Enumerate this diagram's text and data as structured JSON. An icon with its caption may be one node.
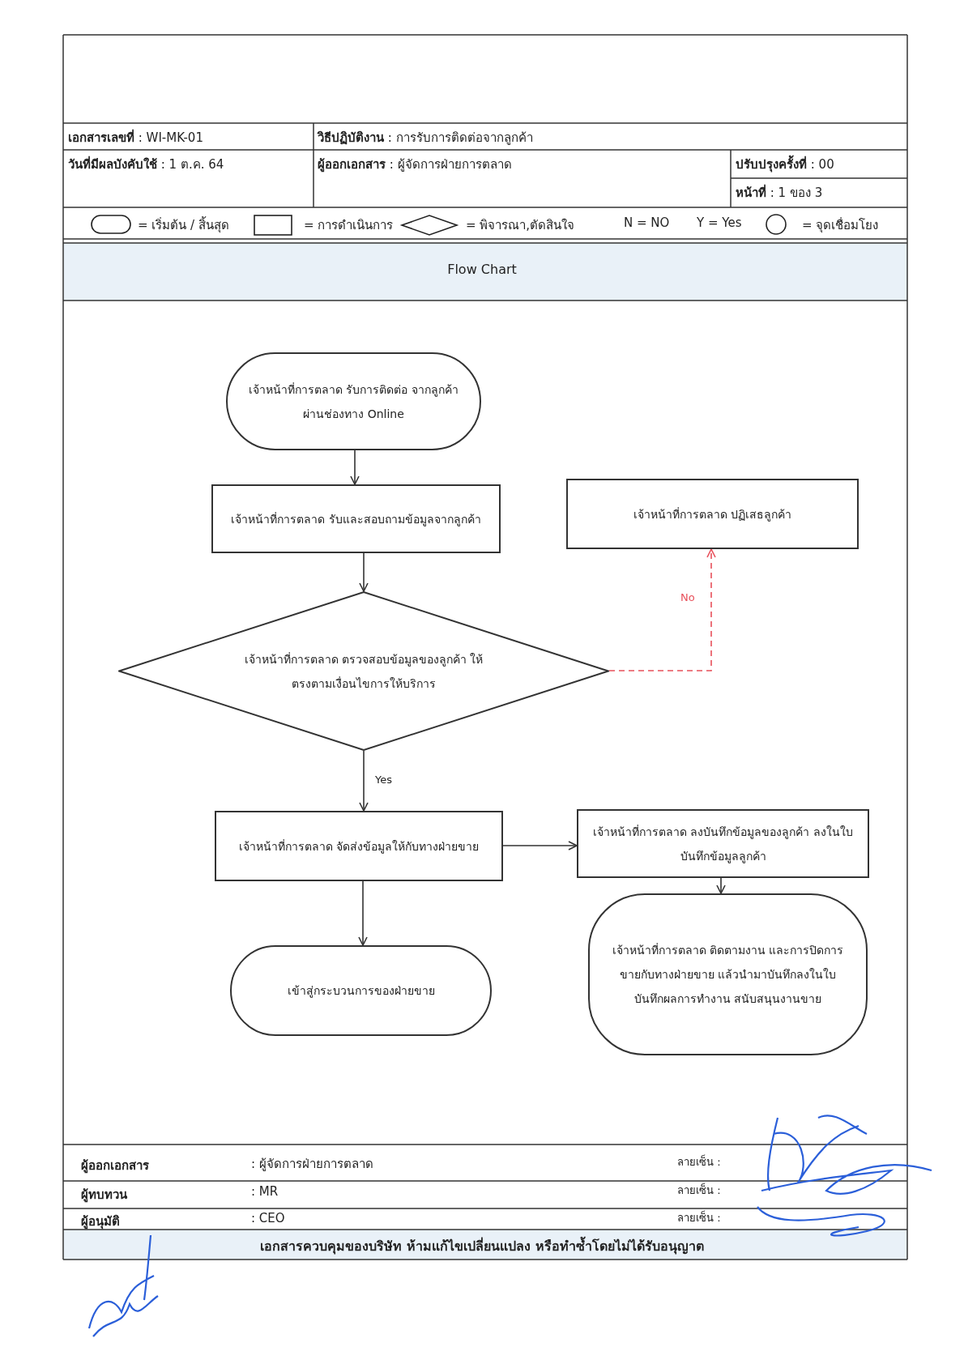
{
  "diagram": {
    "title": "Flow Chart",
    "nodes": [
      {
        "text": [
          "เจ้าหน้าที่การตลาด รับการติดต่อ จากลูกค้าผ่านช่องทาง Online"
        ]
      },
      {
        "text": [
          "เจ้าหน้าที่การตลาด รับและสอบถามข้อมูลจากลูกค้า"
        ]
      },
      {
        "text": [
          "เจ้าหน้าที่การตลาด ปฏิเสธลูกค้า"
        ]
      },
      {
        "text": [
          "เจ้าหน้าที่การตลาด ตรวจสอบข้อมูลของลูกค้า ให้ตรงตามเงื่อนไขการให้บริการ"
        ]
      },
      {
        "text": [
          "เจ้าหน้าที่การตลาด จัดส่งข้อมูลให้กับทางฝ่ายขาย"
        ]
      },
      {
        "text": [
          "เจ้าหน้าที่การตลาด ลงบันทึกข้อมูลของลูกค้า ลงในใบบันทึกข้อมูลลูกค้า"
        ]
      },
      {
        "text": [
          "เข้าสู่กระบวนการของฝ่ายขาย"
        ]
      },
      {
        "text": [
          "เจ้าหน้าที่การตลาด ติดตามงาน และการปิดการ ขายกับทางฝ่ายขาย แล้วนำมาบันทึกลงในใบบันทึกผลการทำงาน สนับสนุนงานขาย"
        ]
      }
    ],
    "edges": [
      {
        "from": 0,
        "to": 1,
        "arrow": "to"
      },
      {
        "from": 1,
        "to": 3,
        "arrow": "to"
      },
      {
        "from": 3,
        "to": 2,
        "arrow": "to",
        "label": "No",
        "style": "dashed",
        "color": "#e8505b"
      },
      {
        "from": 3,
        "to": 4,
        "arrow": "to",
        "label": "Yes"
      },
      {
        "from": 4,
        "to": 5,
        "arrow": "to"
      },
      {
        "from": 4,
        "to": 6,
        "arrow": "to"
      },
      {
        "from": 5,
        "to": 7,
        "arrow": "to"
      }
    ],
    "labels": [
      "**เอกสารเลขที่** : WI-MK-01",
      "**วิธีปฏิบัติงาน** : การรับการติดต่อจากลูกค้า",
      "**วันที่มีผลบังคับใช้** : 1 ต.ค. 64",
      "**ผู้ออกเอกสาร** : ผู้จัดการฝ่ายการตลาด",
      "**ปรับปรุงครั้งที่** : 00",
      "**หน้าที่** : 1 ของ 3",
      "N = NO",
      "Y = Yes",
      "ผู้ออกเอกสาร",
      ": ผู้จัดการฝ่ายการตลาด",
      "ลายเซ็น :",
      "ผู้ทบทวน",
      ": MR",
      "ลายเซ็น :",
      "ผู้อนุมัติ",
      ": CEO",
      "ลายเซ็น :",
      "เอกสารควบคุมของบริษัท ห้ามแก้ไขเปลี่ยนแปลง หรือทำซ้ำโดยไม่ได้รับอนุญาต"
    ],
    "legend": [
      {
        "text": "= เริ่มต้น / สิ้นสุด"
      },
      {
        "text": "= การดำเนินการ"
      },
      {
        "text": "= พิจารณา,ตัดสินใจ"
      },
      {
        "text": "= จุดเชื่อมโยง"
      }
    ]
  }
}
